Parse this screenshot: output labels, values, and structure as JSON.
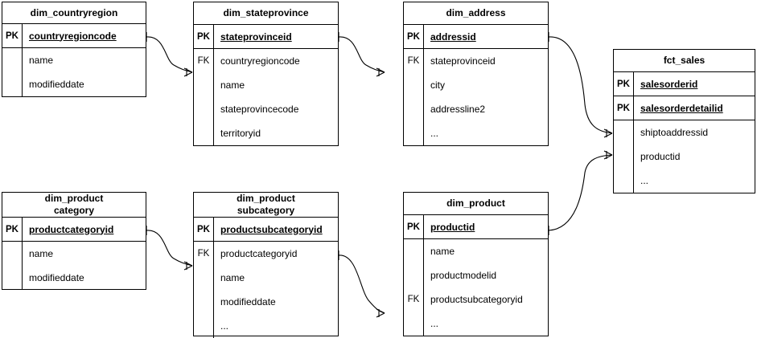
{
  "diagram": {
    "title": "star schema entity relationship diagram",
    "background": "#ffffff",
    "line_color": "#000000",
    "text_color": "#000000"
  },
  "entities": [
    {
      "id": "dim_countryregion",
      "name": "dim_countryregion",
      "keys": [
        {
          "tag": "PK",
          "field": "countryregioncode"
        }
      ],
      "attributes": [
        {
          "tag": "",
          "field": "name"
        },
        {
          "tag": "",
          "field": "modifieddate"
        }
      ]
    },
    {
      "id": "dim_stateprovince",
      "name": "dim_stateprovince",
      "keys": [
        {
          "tag": "PK",
          "field": "stateprovinceid"
        }
      ],
      "attributes": [
        {
          "tag": "FK",
          "field": "countryregioncode"
        },
        {
          "tag": "",
          "field": "name"
        },
        {
          "tag": "",
          "field": "stateprovincecode"
        },
        {
          "tag": "",
          "field": "territoryid"
        }
      ]
    },
    {
      "id": "dim_address",
      "name": "dim_address",
      "keys": [
        {
          "tag": "PK",
          "field": "addressid"
        }
      ],
      "attributes": [
        {
          "tag": "FK",
          "field": "stateprovinceid"
        },
        {
          "tag": "",
          "field": "city"
        },
        {
          "tag": "",
          "field": "addressline2"
        },
        {
          "tag": "",
          "field": "..."
        }
      ]
    },
    {
      "id": "fct_sales",
      "name": "fct_sales",
      "keys": [
        {
          "tag": "PK",
          "field": "salesorderid"
        },
        {
          "tag": "PK",
          "field": "salesorderdetailid"
        }
      ],
      "attributes": [
        {
          "tag": "",
          "field": "shiptoaddressid"
        },
        {
          "tag": "",
          "field": "productid"
        },
        {
          "tag": "",
          "field": "..."
        }
      ]
    },
    {
      "id": "dim_productcategory",
      "name": "dim_product\ncategory",
      "keys": [
        {
          "tag": "PK",
          "field": "productcategoryid"
        }
      ],
      "attributes": [
        {
          "tag": "",
          "field": "name"
        },
        {
          "tag": "",
          "field": "modifieddate"
        }
      ]
    },
    {
      "id": "dim_productsubcategory",
      "name": "dim_product\nsubcategory",
      "keys": [
        {
          "tag": "PK",
          "field": "productsubcategoryid"
        }
      ],
      "attributes": [
        {
          "tag": "FK",
          "field": "productcategoryid"
        },
        {
          "tag": "",
          "field": "name"
        },
        {
          "tag": "",
          "field": "modifieddate"
        },
        {
          "tag": "",
          "field": "..."
        }
      ]
    },
    {
      "id": "dim_product",
      "name": "dim_product",
      "keys": [
        {
          "tag": "PK",
          "field": "productid"
        }
      ],
      "attributes": [
        {
          "tag": "",
          "field": "name"
        },
        {
          "tag": "",
          "field": "productmodelid"
        },
        {
          "tag": "FK",
          "field": "productsubcategoryid"
        },
        {
          "tag": "",
          "field": "..."
        }
      ]
    }
  ],
  "relationships": [
    {
      "from": "dim_countryregion.countryregioncode",
      "to": "dim_stateprovince.countryregioncode",
      "from_cardinality": "one",
      "to_cardinality": "many"
    },
    {
      "from": "dim_stateprovince.stateprovinceid",
      "to": "dim_address.stateprovinceid",
      "from_cardinality": "one",
      "to_cardinality": "many"
    },
    {
      "from": "dim_address.addressid",
      "to": "fct_sales.shiptoaddressid",
      "from_cardinality": "one",
      "to_cardinality": "many"
    },
    {
      "from": "dim_productcategory.productcategoryid",
      "to": "dim_productsubcategory.productcategoryid",
      "from_cardinality": "one",
      "to_cardinality": "many"
    },
    {
      "from": "dim_productsubcategory.productcategoryid",
      "to": "dim_product.productsubcategoryid",
      "from_cardinality": "one",
      "to_cardinality": "many"
    },
    {
      "from": "dim_product.productid",
      "to": "fct_sales.productid",
      "from_cardinality": "one",
      "to_cardinality": "many"
    }
  ]
}
